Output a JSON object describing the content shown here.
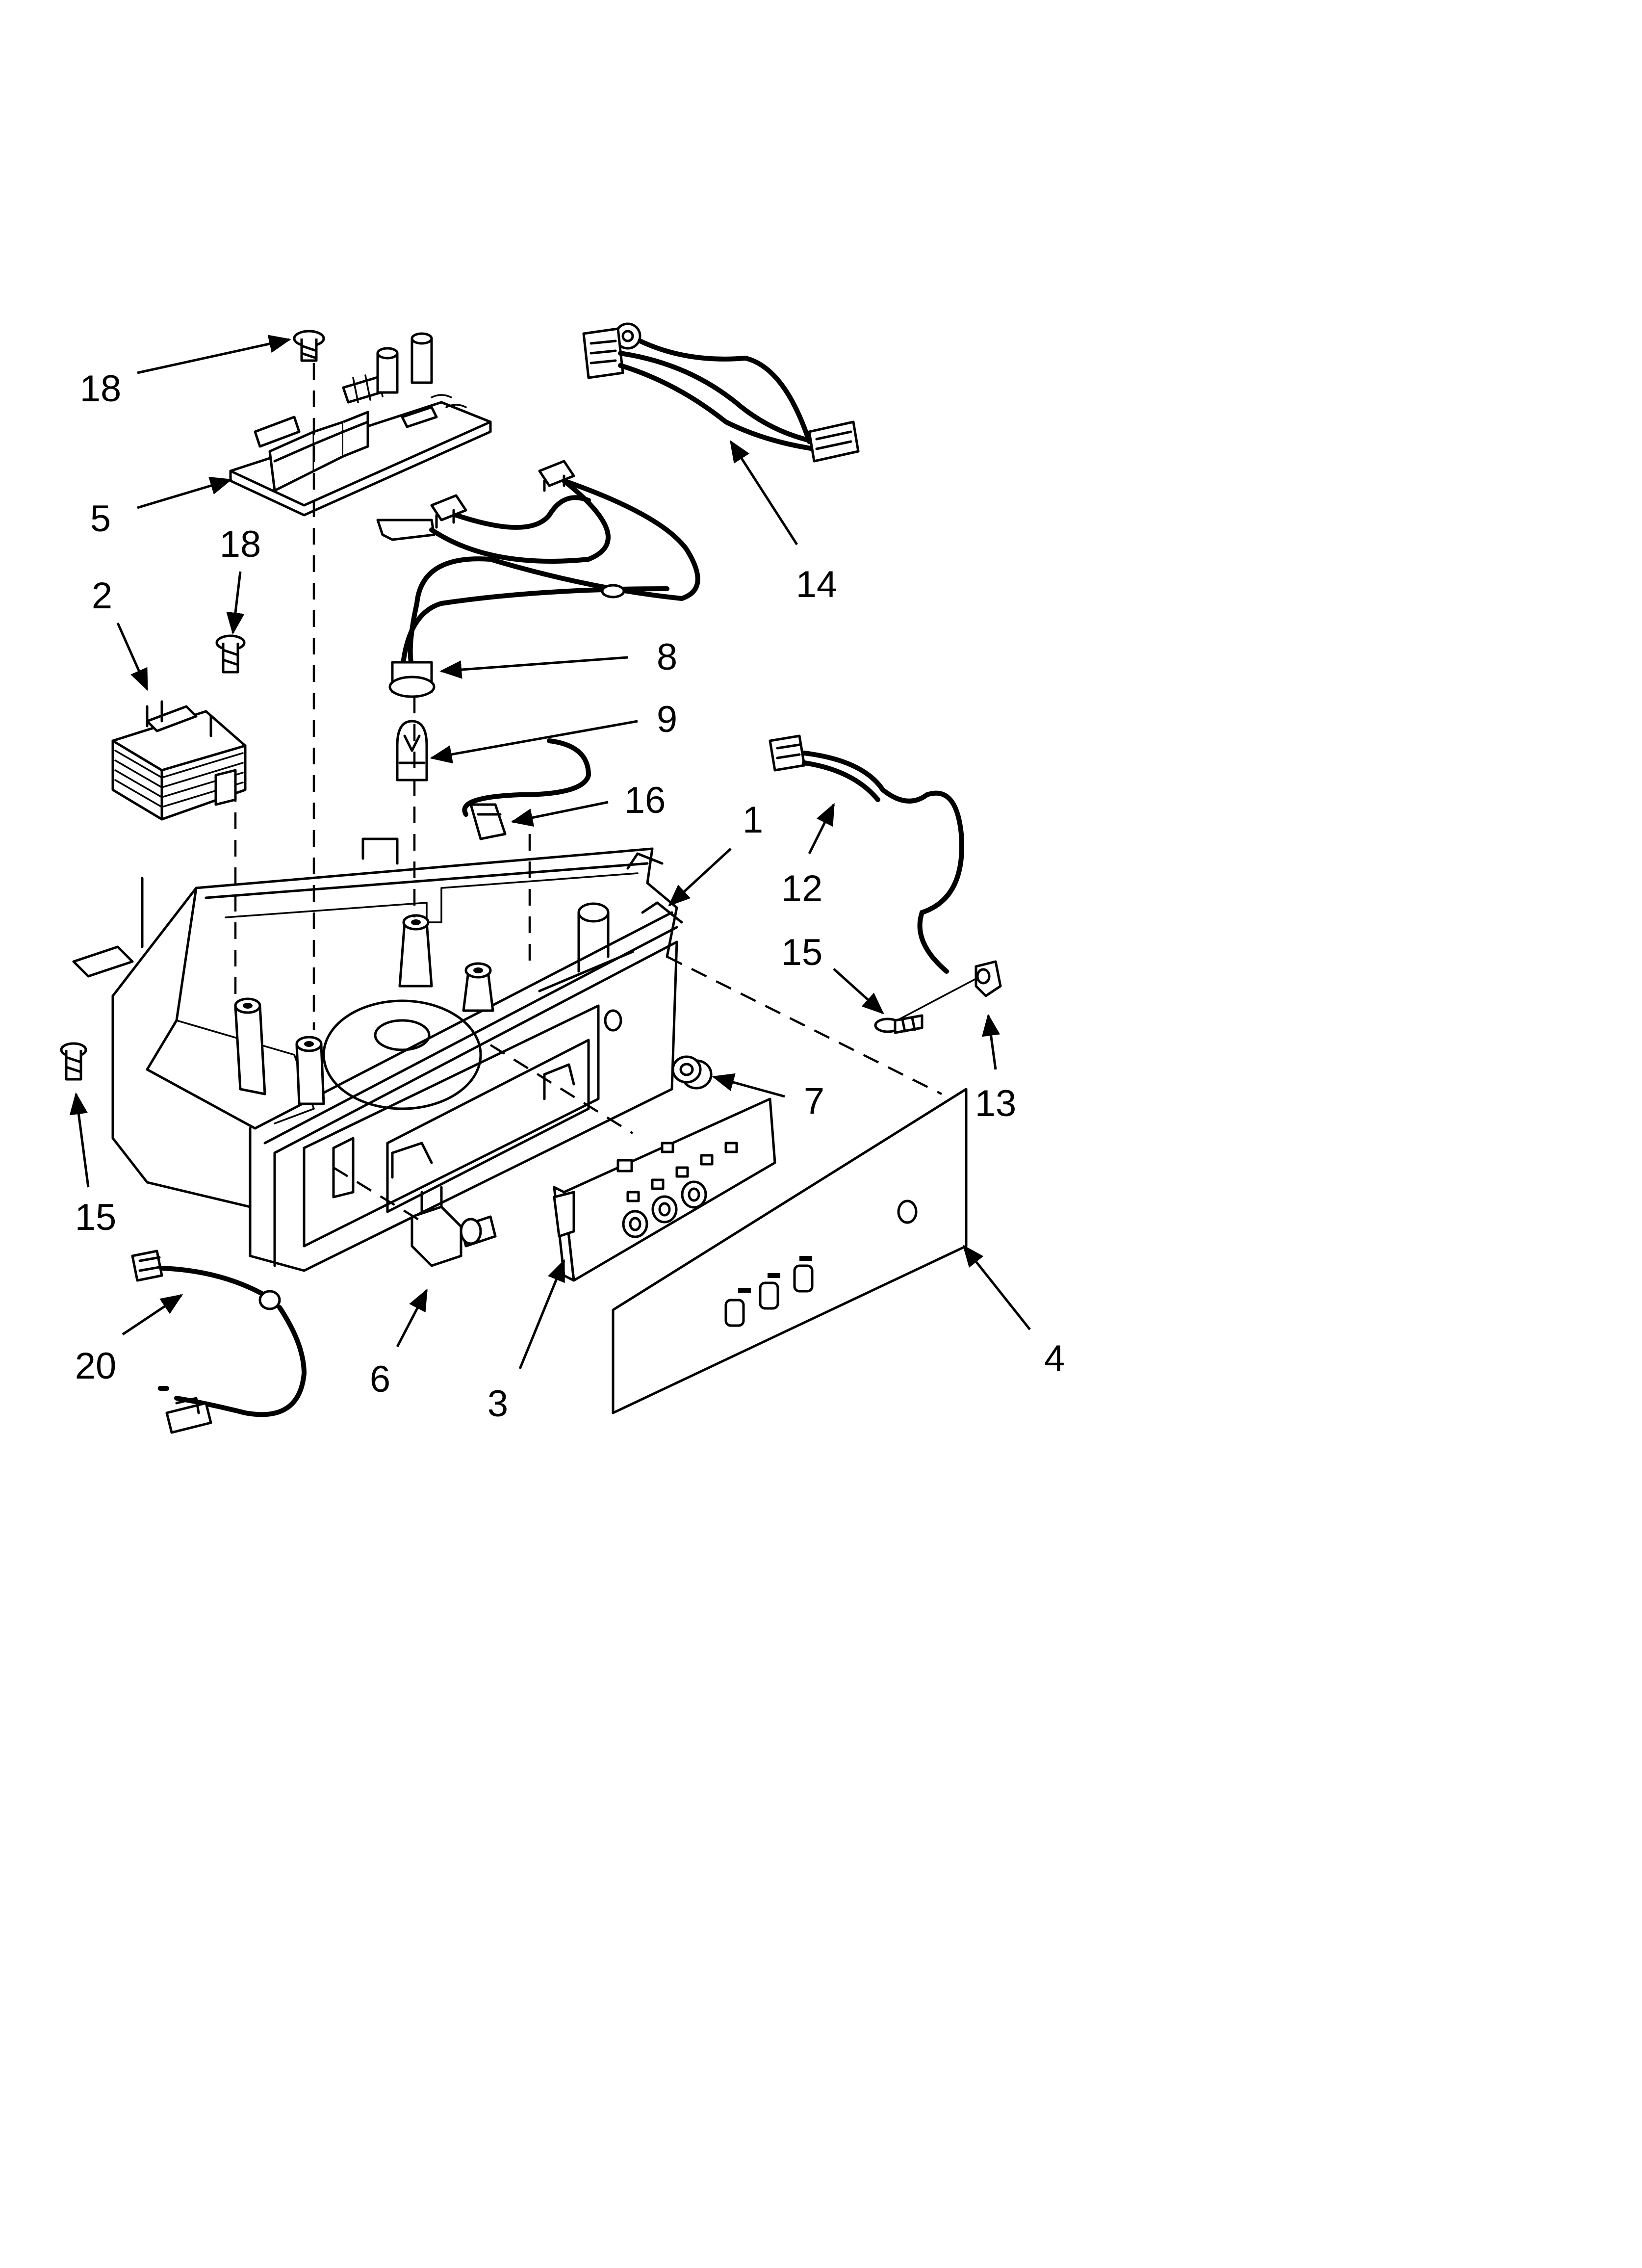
{
  "diagram": {
    "callouts": [
      {
        "id": "c18a",
        "text": "18"
      },
      {
        "id": "c5",
        "text": "5"
      },
      {
        "id": "c18b",
        "text": "18"
      },
      {
        "id": "c2",
        "text": "2"
      },
      {
        "id": "c14",
        "text": "14"
      },
      {
        "id": "c8",
        "text": "8"
      },
      {
        "id": "c9",
        "text": "9"
      },
      {
        "id": "c16",
        "text": "16"
      },
      {
        "id": "c1",
        "text": "1"
      },
      {
        "id": "c12",
        "text": "12"
      },
      {
        "id": "c15a",
        "text": "15"
      },
      {
        "id": "c13",
        "text": "13"
      },
      {
        "id": "c7",
        "text": "7"
      },
      {
        "id": "c15b",
        "text": "15"
      },
      {
        "id": "c20",
        "text": "20"
      },
      {
        "id": "c6",
        "text": "6"
      },
      {
        "id": "c3",
        "text": "3"
      },
      {
        "id": "c4",
        "text": "4"
      }
    ]
  }
}
